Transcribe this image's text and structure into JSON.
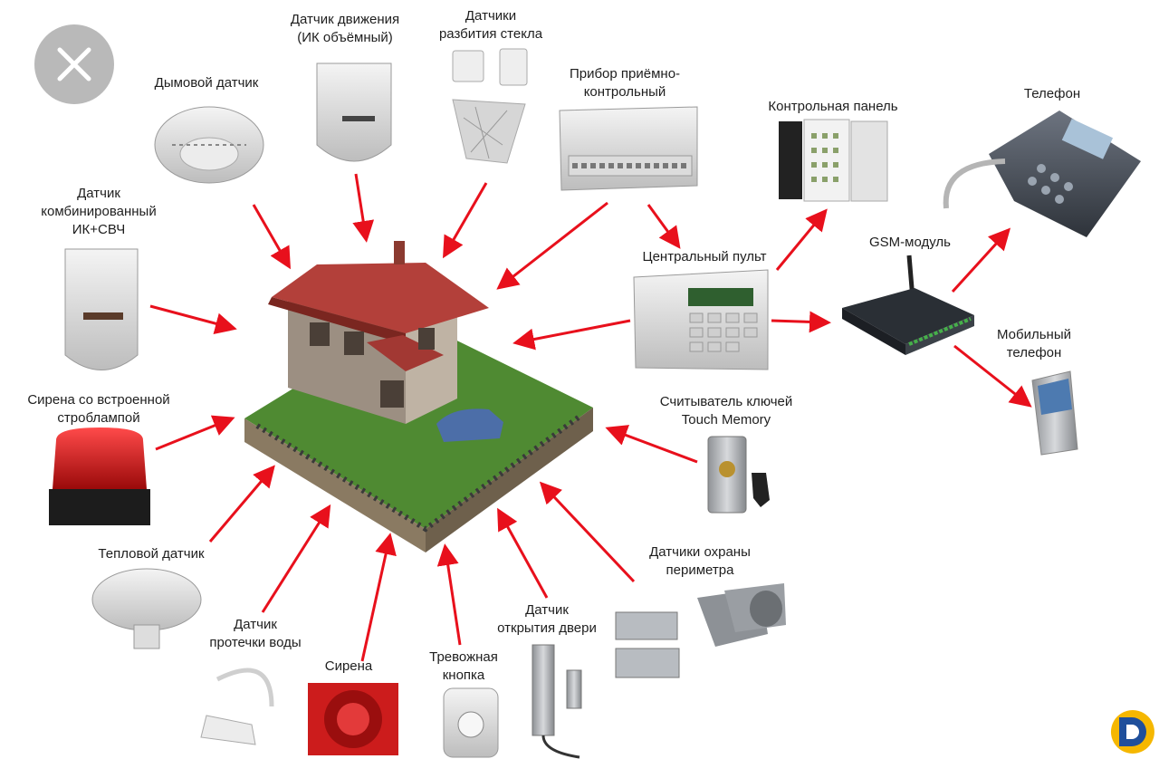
{
  "labels": {
    "smoke_detector": "Дымовой датчик",
    "motion_detector": "Датчик движения\n(ИК объёмный)",
    "glass_break": "Датчики\nразбития стекла",
    "control_panel_device": "Прибор приёмно-\nконтрольный",
    "keypad": "Контрольная панель",
    "phone": "Телефон",
    "combined_detector": "Датчик\nкомбинированный\nИК+СВЧ",
    "central_console": "Центральный пульт",
    "gsm_module": "GSM-модуль",
    "mobile_phone": "Мобильный\nтелефон",
    "siren_strobe": "Сирена со встроенной\nстроблампой",
    "key_reader": "Считыватель ключей\nTouch Memory",
    "heat_detector": "Тепловой датчик",
    "perimeter": "Датчики охраны\nпериметра",
    "water_leak": "Датчик\nпротечки воды",
    "siren": "Сирена",
    "panic_button": "Тревожная\nкнопка",
    "door_sensor": "Датчик\nоткрытия двери"
  },
  "colors": {
    "arrow": "#e8101c",
    "roof": "#b3403a",
    "grass": "#4f8a32",
    "logo_yellow": "#f5b700",
    "logo_blue": "#1f4f9b",
    "close_bg": "#b9b9b9"
  },
  "icons": {
    "close": "close-icon",
    "logo": "app-logo-icon"
  }
}
